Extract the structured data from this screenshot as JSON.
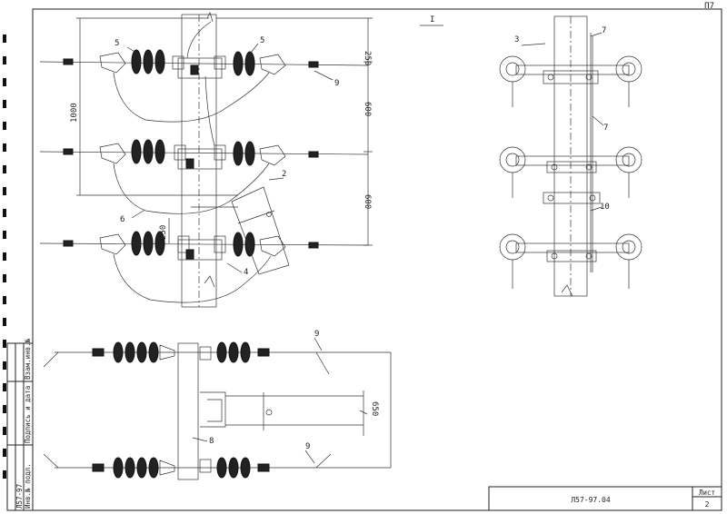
{
  "sheet": {
    "corner_mark": "П7",
    "document_code": "Л57-97.04",
    "sheet_caption": "Лист",
    "sheet_number": "2"
  },
  "side_stamp": {
    "col1": "Инв.№ подл.",
    "col2": "Подпись и дата",
    "col3": "Взам.инв.№",
    "code": "Л57-97"
  },
  "view_label": "I",
  "dimensions": {
    "d250_top": "250",
    "d600_mid": "600",
    "d1000": "1000",
    "d600_low": "600",
    "d250_ann": "250",
    "d650": "650"
  },
  "callouts": {
    "c5a": "5",
    "c5b": "5",
    "c9a": "9",
    "c2": "2",
    "c6": "6",
    "c4": "4",
    "c3": "3",
    "c7a": "7",
    "c7b": "7",
    "c10": "10",
    "c9b": "9",
    "c9c": "9",
    "c8": "8"
  },
  "colors": {
    "ink": "#222222",
    "paper": "#ffffff"
  }
}
